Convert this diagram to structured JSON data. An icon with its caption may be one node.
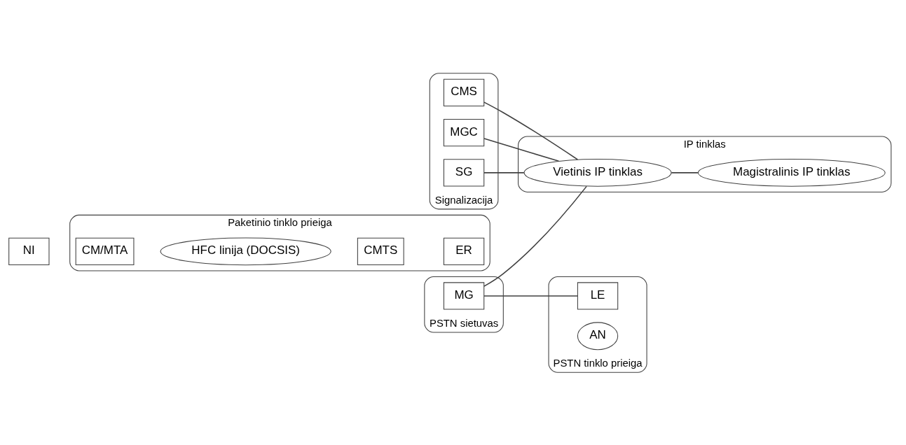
{
  "diagram": {
    "nodes": [
      {
        "text": [
          "Paketinio tinklo prieiga"
        ]
      },
      {
        "text": [
          "NI"
        ]
      },
      {
        "text": [
          "CM/MTA"
        ],
        "in": 0
      },
      {
        "text": [
          "HFC linija (DOCSIS)"
        ],
        "in": 0
      },
      {
        "text": [
          "CMTS"
        ],
        "in": 0
      },
      {
        "text": [
          "ER"
        ],
        "in": 0
      },
      {
        "text": [
          "IP tinklas"
        ]
      },
      {
        "text": [
          "Vietinis IP tinklas"
        ],
        "in": 6
      },
      {
        "text": [
          "Magistralinis IP tinklas"
        ],
        "in": 6
      },
      {
        "text": [
          "Signalizacija"
        ]
      },
      {
        "text": [
          "CMS"
        ],
        "in": 9
      },
      {
        "text": [
          "MGC"
        ],
        "in": 9
      },
      {
        "text": [
          "SG"
        ],
        "in": 9
      },
      {
        "text": [
          "PSTN sietuvas"
        ]
      },
      {
        "text": [
          "MG"
        ],
        "in": 13
      },
      {
        "text": [
          "PSTN tinklo prieiga"
        ]
      },
      {
        "text": [
          "LE"
        ],
        "in": 15
      },
      {
        "text": [
          "AN"
        ],
        "in": 15
      }
    ],
    "edges": [
      {
        "from": 7,
        "to": 8,
        "arrow": "none"
      },
      {
        "from": 10,
        "to": 7,
        "arrow": "none"
      },
      {
        "from": 11,
        "to": 7,
        "arrow": "none"
      },
      {
        "from": 12,
        "to": 7,
        "arrow": "none"
      },
      {
        "from": 14,
        "to": 7,
        "arrow": "none"
      },
      {
        "from": 14,
        "to": 16,
        "arrow": "none"
      }
    ]
  }
}
